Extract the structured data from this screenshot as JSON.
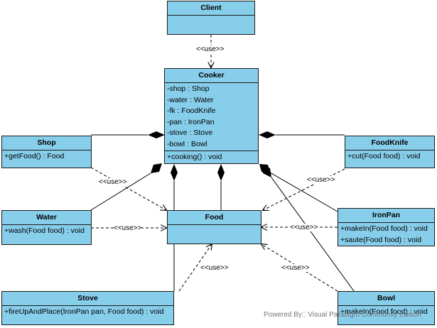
{
  "classes": {
    "client": {
      "name": "Client"
    },
    "cooker": {
      "name": "Cooker",
      "attributes": [
        "-shop : Shop",
        "-water : Water",
        "-fk : FoodKnife",
        "-pan : IronPan",
        "-stove : Stove",
        "-bowl : Bowl"
      ],
      "operations": [
        "+cooking() : void"
      ]
    },
    "shop": {
      "name": "Shop",
      "operations": [
        "+getFood() : Food"
      ]
    },
    "foodknife": {
      "name": "FoodKnife",
      "operations": [
        "+cut(Food food) : void"
      ]
    },
    "water": {
      "name": "Water",
      "operations": [
        "+wash(Food food) : void"
      ]
    },
    "food": {
      "name": "Food"
    },
    "ironpan": {
      "name": "IronPan",
      "operations": [
        "+makeIn(Food food) : void",
        "+saute(Food food) : void"
      ]
    },
    "stove": {
      "name": "Stove",
      "operations": [
        "+fireUpAndPlace(IronPan pan, Food food) : void"
      ]
    },
    "bowl": {
      "name": "Bowl",
      "operations": [
        "+makeIn(Food food) : void"
      ]
    }
  },
  "labels": {
    "use": "<<use>>"
  },
  "footer": "Powered By:: Visual Paradigm Community Edition"
}
